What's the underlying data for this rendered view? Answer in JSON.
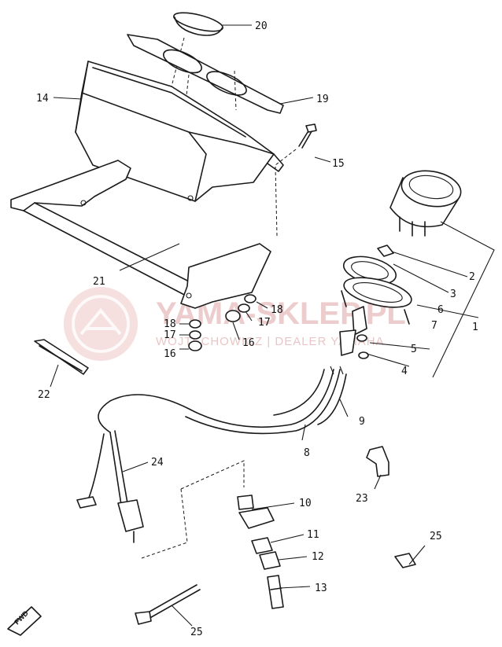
{
  "watermark": {
    "main": "YAMA-SKLEP.PL",
    "sub": "WOJTECHOWICZ | DEALER YAMAHA"
  },
  "fwd_label": "FWD",
  "callouts": {
    "c1": "1",
    "c2": "2",
    "c3": "3",
    "c4": "4",
    "c5": "5",
    "c6": "6",
    "c7": "7",
    "c8": "8",
    "c9": "9",
    "c10": "10",
    "c11": "11",
    "c12": "12",
    "c13": "13",
    "c14": "14",
    "c15": "15",
    "c16a": "16",
    "c16b": "16",
    "c17a": "17",
    "c17b": "17",
    "c18a": "18",
    "c18b": "18",
    "c19": "19",
    "c20": "20",
    "c21": "21",
    "c22": "22",
    "c23": "23",
    "c24": "24",
    "c25a": "25",
    "c25b": "25"
  }
}
